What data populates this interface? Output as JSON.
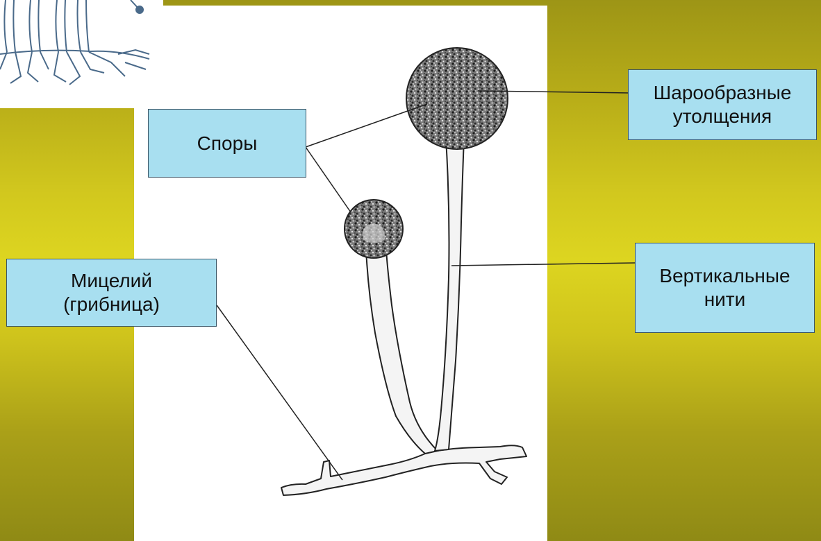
{
  "diagram": {
    "labels": {
      "spores": "Споры",
      "spherical_thickenings": "Шарообразные\nутолщения",
      "vertical_threads": "Вертикальные\nнити",
      "mycelium": "Мицелий\n(грибница)"
    },
    "colors": {
      "background": "#c9bf1c",
      "panel": "#ffffff",
      "label_fill": "#a8dff0",
      "label_border": "#3a5566",
      "ink": "#222222"
    }
  }
}
